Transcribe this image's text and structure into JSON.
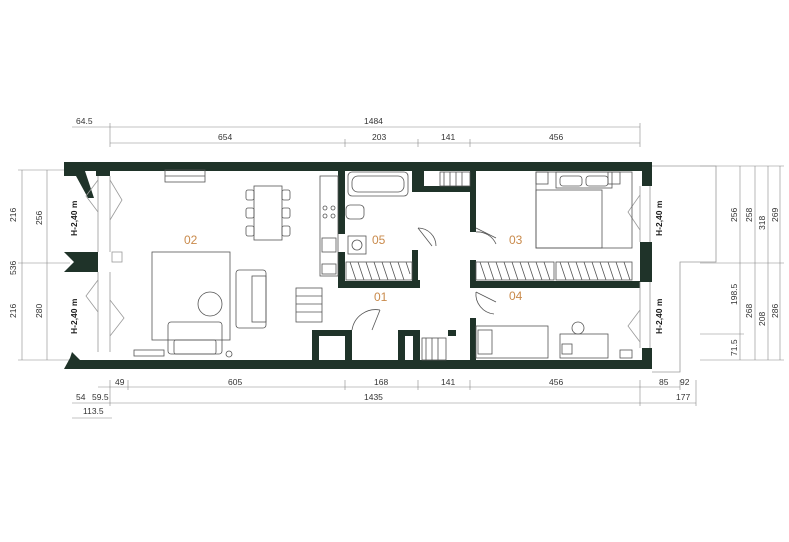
{
  "plan": {
    "rooms": [
      {
        "id": "01",
        "label": "01"
      },
      {
        "id": "02",
        "label": "02"
      },
      {
        "id": "03",
        "label": "03"
      },
      {
        "id": "04",
        "label": "04"
      },
      {
        "id": "05",
        "label": "05"
      }
    ],
    "ceiling_height": "H-2,40 m",
    "top_dims": {
      "offset": "64.5",
      "total": "1484",
      "segments": [
        "654",
        "203",
        "141",
        "456"
      ]
    },
    "bottom_dims": {
      "segments": [
        "49",
        "605",
        "168",
        "141",
        "456",
        "85",
        "92"
      ],
      "left_a": "54",
      "left_b": "59.5",
      "left_total": "113.5",
      "total": "1435",
      "right_total": "177"
    },
    "left_dims": {
      "outer": [
        "216",
        "536",
        "216"
      ],
      "inner": [
        "256",
        "280"
      ]
    },
    "right_dims": {
      "col1": [
        "256",
        "198.5",
        "71.5"
      ],
      "col2": [
        "258",
        "268"
      ],
      "col3": [
        "318",
        "208"
      ],
      "col4": [
        "269",
        "286"
      ]
    }
  }
}
